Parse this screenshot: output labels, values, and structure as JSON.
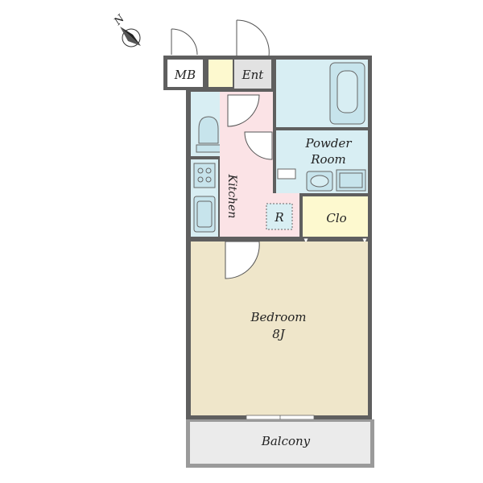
{
  "compass": {
    "north_label": "N",
    "icon": "compass-arrow-icon"
  },
  "rooms": {
    "meter_box": "MB",
    "entrance": "Ent",
    "powder_room": [
      "Powder",
      "Room"
    ],
    "kitchen": "Kitchen",
    "refrigerator": "R",
    "closet": "Clo",
    "bedroom": [
      "Bedroom",
      "8J"
    ],
    "balcony": "Balcony"
  },
  "colors": {
    "wall": "#5f5f5f",
    "wet_area": "#d8eef3",
    "kitchen": "#fbe3e6",
    "bedroom": "#efe6ca",
    "closet": "#fdf9cf",
    "entrance": "#e2e2e2",
    "meter_box": "#ffffff",
    "balcony": "#ebebeb",
    "fixture": "#c7e4ec"
  }
}
